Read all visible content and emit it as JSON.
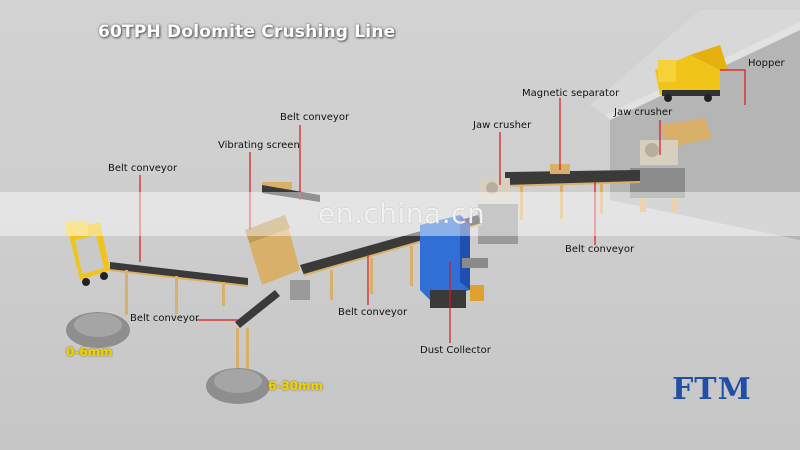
{
  "title": "60TPH Dolomite Crushing Line",
  "labels": {
    "hopper": "Hopper",
    "magnetic_separator": "Magnetic separator",
    "jaw_crusher_top": "Jaw crusher",
    "jaw_crusher_mid": "Jaw crusher",
    "belt_conveyor_top": "Belt conveyor",
    "vibrating_screen": "Vibrating screen",
    "belt_conveyor_left": "Belt conveyor",
    "belt_conveyor_right": "Belt conveyor",
    "belt_conveyor_center": "Belt conveyor",
    "belt_conveyor_bottom": "Belt conveyor",
    "dust_collector": "Dust Collector"
  },
  "sizes": {
    "fine": "0-6mm",
    "coarse": "6-30mm"
  },
  "watermark": "en.china.cn",
  "logo_text": "FTM",
  "colors": {
    "leader": "#d81818",
    "conveyor": "#d9b06a",
    "dust_collector": "#2f6fd6",
    "truck": "#f0c419",
    "size_text": "#f2d200"
  }
}
